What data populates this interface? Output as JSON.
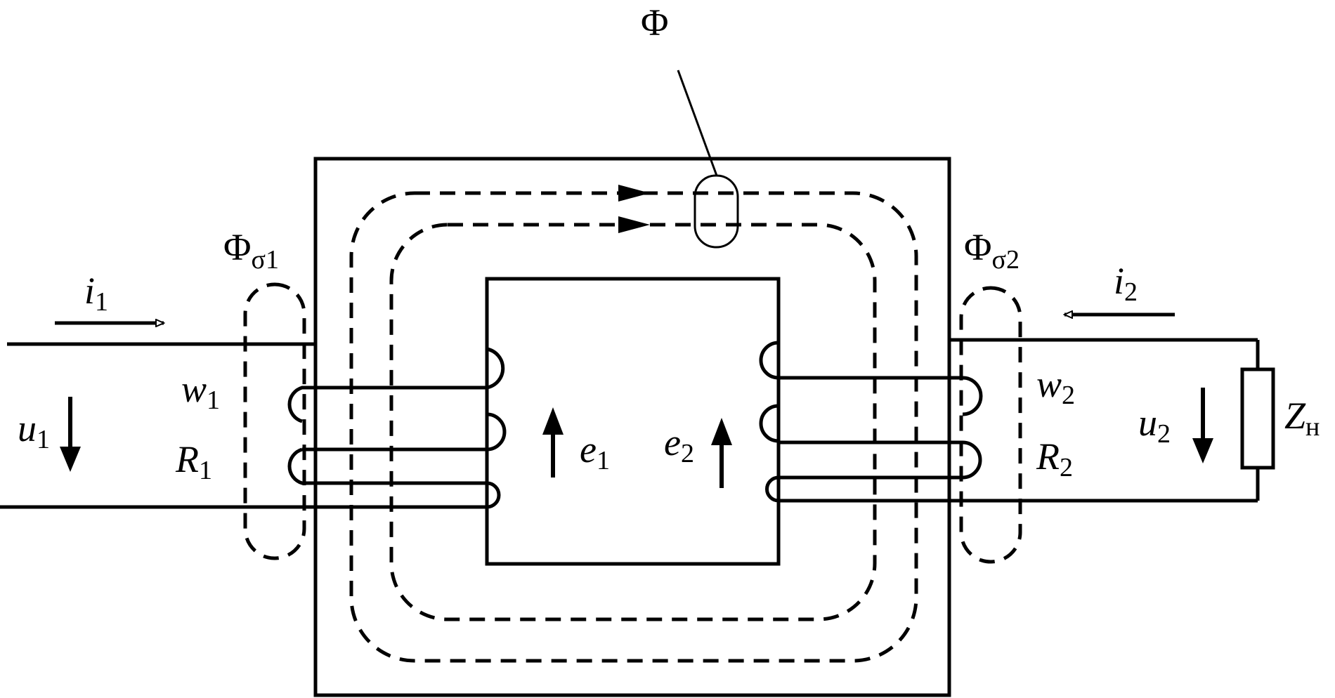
{
  "labels": {
    "phi": "Φ",
    "phi_s1": {
      "base": "Φ",
      "sub": "σ1"
    },
    "phi_s2": {
      "base": "Φ",
      "sub": "σ2"
    },
    "i1": {
      "base": "i",
      "sub": "1"
    },
    "i2": {
      "base": "i",
      "sub": "2"
    },
    "u1": {
      "base": "u",
      "sub": "1"
    },
    "u2": {
      "base": "u",
      "sub": "2"
    },
    "w1": {
      "base": "w",
      "sub": "1"
    },
    "w2": {
      "base": "w",
      "sub": "2"
    },
    "r1": {
      "base": "R",
      "sub": "1"
    },
    "r2": {
      "base": "R",
      "sub": "2"
    },
    "e1": {
      "base": "e",
      "sub": "1"
    },
    "e2": {
      "base": "e",
      "sub": "2"
    },
    "zn": {
      "base": "Z",
      "sub": "н"
    }
  }
}
